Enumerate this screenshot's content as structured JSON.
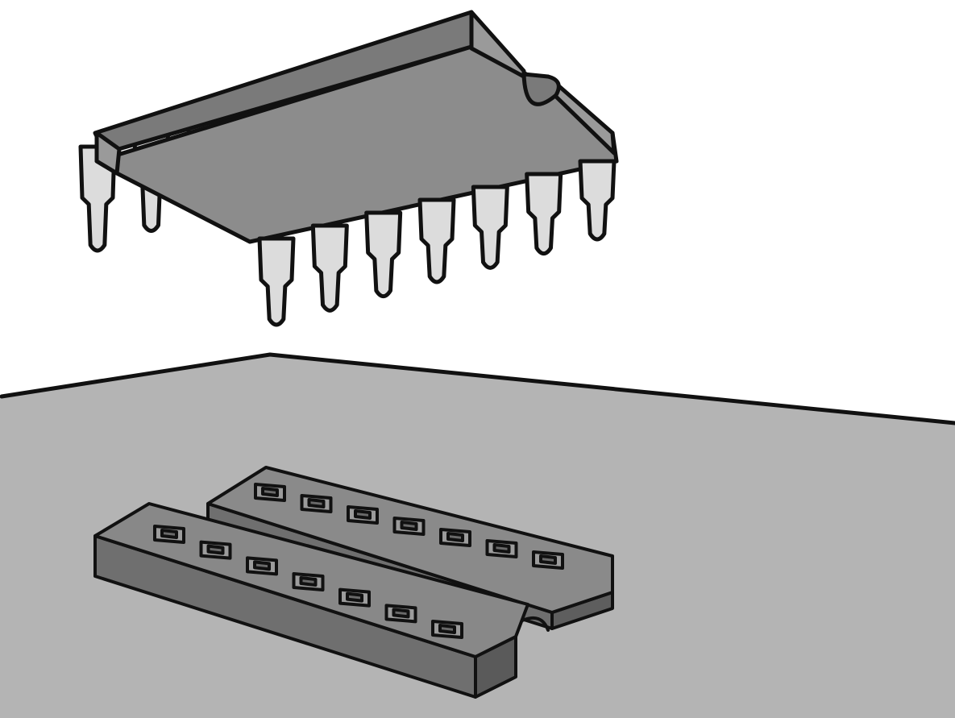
{
  "illustration": {
    "chip": {
      "pins_per_side": 7,
      "pin_count": 14,
      "has_orientation_notch": true
    },
    "socket": {
      "holes_per_row": 7,
      "hole_count": 14,
      "has_orientation_notch": true
    },
    "colors": {
      "background": "#ffffff",
      "board": "#b4b4b4",
      "chip_top": "#8c8c8c",
      "chip_side": "#9a9a9a",
      "pin": "#dcdcdc",
      "socket_top": "#888888",
      "socket_side": "#6f6f6f",
      "outline": "#111111"
    }
  }
}
